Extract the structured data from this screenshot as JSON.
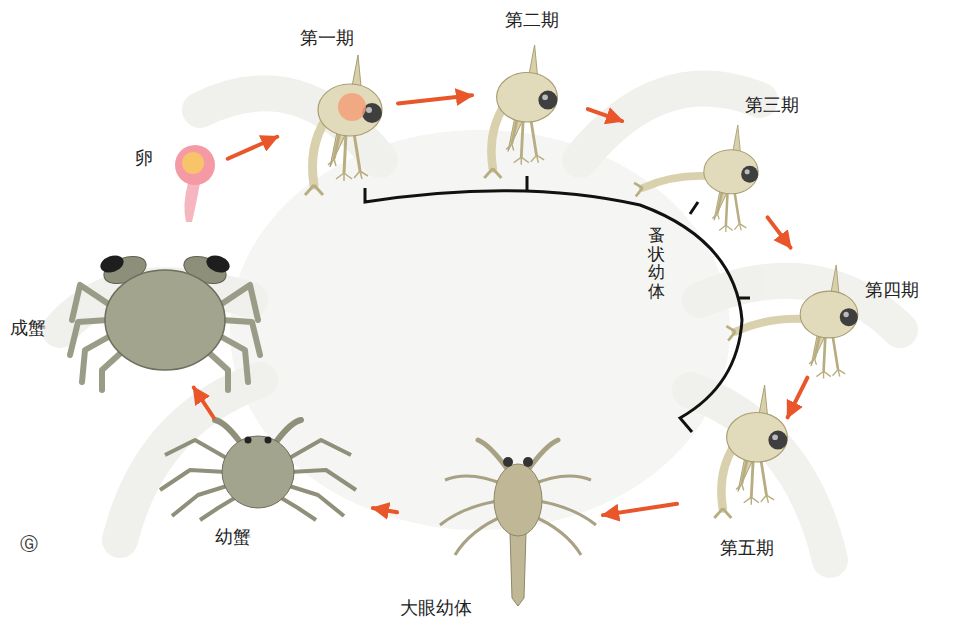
{
  "diagram": {
    "nodes": [
      {
        "text": [
          "卵"
        ]
      },
      {
        "text": [
          "第一期"
        ]
      },
      {
        "text": [
          "第二期"
        ]
      },
      {
        "text": [
          "第三期"
        ]
      },
      {
        "text": [
          "第四期"
        ]
      },
      {
        "text": [
          "第五期"
        ]
      },
      {
        "text": [
          "大眼幼体"
        ]
      },
      {
        "text": [
          "幼蟹"
        ]
      },
      {
        "text": [
          "成蟹"
        ]
      }
    ],
    "edges": [
      {
        "from": 0,
        "to": 1,
        "arrow": "to"
      },
      {
        "from": 1,
        "to": 2,
        "arrow": "to"
      },
      {
        "from": 2,
        "to": 3,
        "arrow": "to"
      },
      {
        "from": 3,
        "to": 4,
        "arrow": "to"
      },
      {
        "from": 4,
        "to": 5,
        "arrow": "to"
      },
      {
        "from": 5,
        "to": 6,
        "arrow": "to"
      },
      {
        "from": 6,
        "to": 7,
        "arrow": "to"
      },
      {
        "from": 7,
        "to": 8,
        "arrow": "to"
      }
    ],
    "labels": [
      "蚤状幼体",
      "Ⓖ"
    ]
  }
}
